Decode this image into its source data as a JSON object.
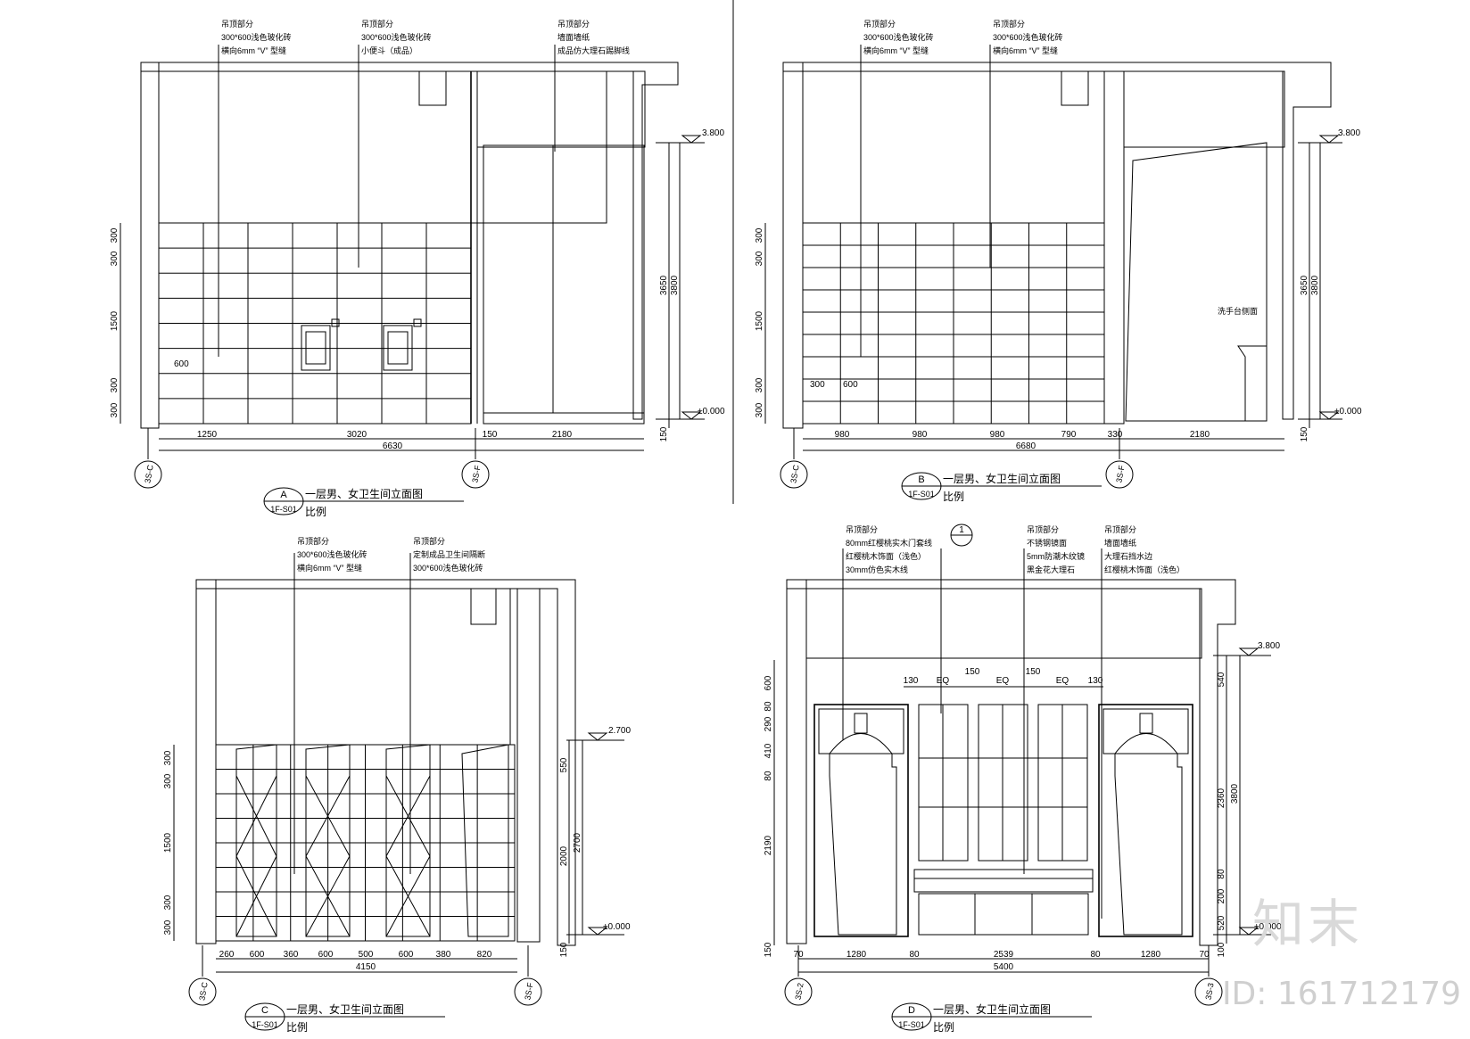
{
  "panelA": {
    "notes": [
      [
        "吊顶部分",
        "300*600浅色玻化砖",
        "横向6mm “V” 型缝"
      ],
      [
        "吊顶部分",
        "300*600浅色玻化砖",
        "小便斗（成品）"
      ],
      [
        "吊顶部分",
        "墙面墙纸",
        "成品仿大理石踢脚线"
      ]
    ],
    "height_marks": [
      "3.800",
      "±0.000"
    ],
    "vdims_left": [
      "300",
      "300",
      "1500",
      "300",
      "300"
    ],
    "vdims_right": [
      "3650",
      "3800",
      "150"
    ],
    "inner_label": "600",
    "hdims": [
      "1250",
      "3020",
      "150",
      "2180"
    ],
    "total": "6630",
    "axes": [
      "3S-C",
      "3S-F"
    ],
    "title_letter": "A",
    "title_sheet": "1F-S01",
    "title": "一层男、女卫生间立面图",
    "scale": "比例"
  },
  "panelB": {
    "notes": [
      [
        "吊顶部分",
        "300*600浅色玻化砖",
        "横向6mm “V” 型缝"
      ],
      [
        "吊顶部分",
        "300*600浅色玻化砖",
        "横向6mm “V” 型缝"
      ]
    ],
    "height_marks": [
      "3.800",
      "±0.000"
    ],
    "vdims_left": [
      "300",
      "300",
      "1500",
      "300",
      "300"
    ],
    "vdims_right": [
      "3650",
      "3800",
      "150"
    ],
    "inner_labels": [
      "300",
      "600"
    ],
    "basin_label": "洗手台侧面",
    "hdims": [
      "980",
      "980",
      "980",
      "790",
      "330",
      "2180"
    ],
    "total": "6680",
    "axes": [
      "3S-C",
      "3S-F"
    ],
    "title_letter": "B",
    "title_sheet": "1F-S01",
    "title": "一层男、女卫生间立面图",
    "scale": "比例"
  },
  "panelC": {
    "notes": [
      [
        "吊顶部分",
        "300*600浅色玻化砖",
        "横向6mm “V” 型缝"
      ],
      [
        "吊顶部分",
        "定制成品卫生间隔断",
        "300*600浅色玻化砖"
      ]
    ],
    "height_marks": [
      "2.700",
      "±0.000"
    ],
    "vdims_left": [
      "300",
      "300",
      "1500",
      "300",
      "300"
    ],
    "vdims_right": [
      "550",
      "2000",
      "2700",
      "150"
    ],
    "hdims": [
      "260",
      "600",
      "360",
      "600",
      "500",
      "600",
      "380",
      "820"
    ],
    "total": "4150",
    "axes": [
      "3S-C",
      "3S-F"
    ],
    "title_letter": "C",
    "title_sheet": "1F-S01",
    "title": "一层男、女卫生间立面图",
    "scale": "比例"
  },
  "panelD": {
    "notes": [
      [
        "吊顶部分",
        "80mm红樱桃实木门套线",
        "红樱桃木饰面（浅色）",
        "30mm仿色实木线"
      ],
      [
        "吊顶部分",
        "不锈钢镜面",
        "5mm防潮木纹镜",
        "黑金花大理石"
      ],
      [
        "吊顶部分",
        "墙面墙纸",
        "大理石挡水边",
        "红樱桃木饰面（浅色）"
      ]
    ],
    "callout": "1",
    "height_marks": [
      "3.800",
      "±0.000"
    ],
    "top_dims": [
      "130",
      "EQ",
      "150",
      "EQ",
      "150",
      "EQ",
      "130"
    ],
    "vdims_left": [
      "600",
      "80",
      "290",
      "410",
      "80",
      "2190",
      "150"
    ],
    "vdims_right": [
      "540",
      "2360",
      "80",
      "200",
      "520",
      "3800",
      "100"
    ],
    "hdims": [
      "70",
      "1280",
      "80",
      "2539",
      "80",
      "1280",
      "70"
    ],
    "total": "5400",
    "axes": [
      "3S-2",
      "3S-3"
    ],
    "title_letter": "D",
    "title_sheet": "1F-S01",
    "title": "一层男、女卫生间立面图",
    "scale": "比例"
  },
  "watermark": {
    "logo": "知末",
    "id": "ID: 161712179"
  }
}
